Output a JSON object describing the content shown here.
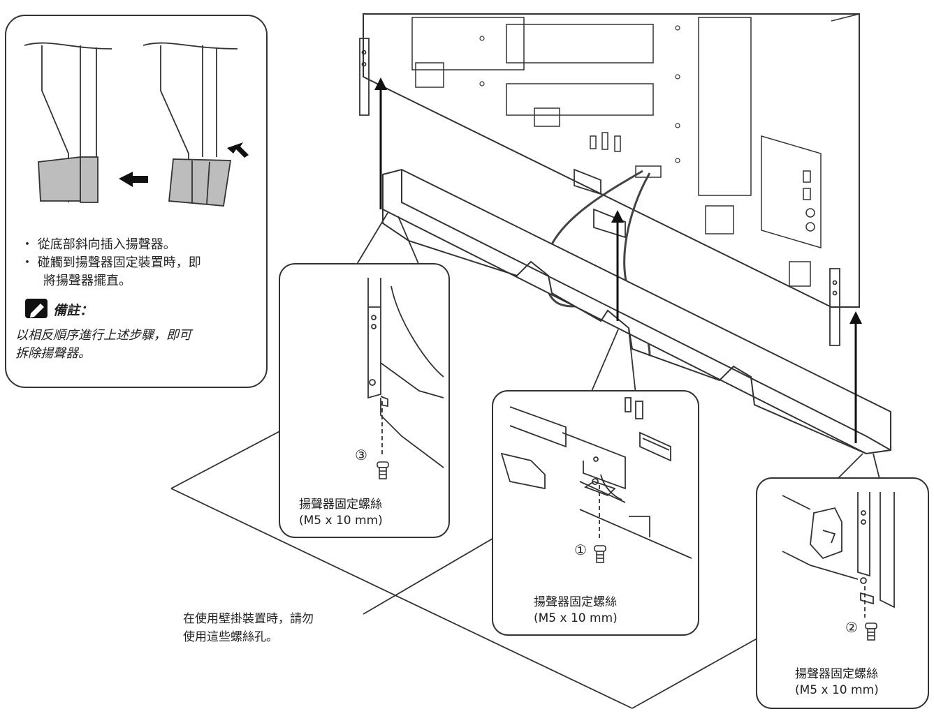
{
  "instructions": {
    "bullet_1": "・ 從底部斜向插入揚聲器。",
    "bullet_2": "・ 碰觸到揚聲器固定裝置時，即",
    "bullet_2_cont": "將揚聲器擺直。"
  },
  "note": {
    "title": "備註：",
    "line_1": "以相反順序進行上述步驟，即可",
    "line_2": "拆除揚聲器。"
  },
  "callouts": {
    "screw_3": {
      "number": "③",
      "label": "揚聲器固定螺絲",
      "spec": "(M5 x 10 mm)"
    },
    "screw_1": {
      "number": "①",
      "label": "揚聲器固定螺絲",
      "spec": "(M5 x 10 mm)"
    },
    "screw_2": {
      "number": "②",
      "label": "揚聲器固定螺絲",
      "spec": "(M5 x 10 mm)"
    }
  },
  "warning": {
    "line_1": "在使用壁掛裝置時，請勿",
    "line_2": "使用這些螺絲孔。"
  },
  "colors": {
    "line": "#222222",
    "speaker_fill": "#bdbdbd",
    "panel_border": "#333333"
  }
}
